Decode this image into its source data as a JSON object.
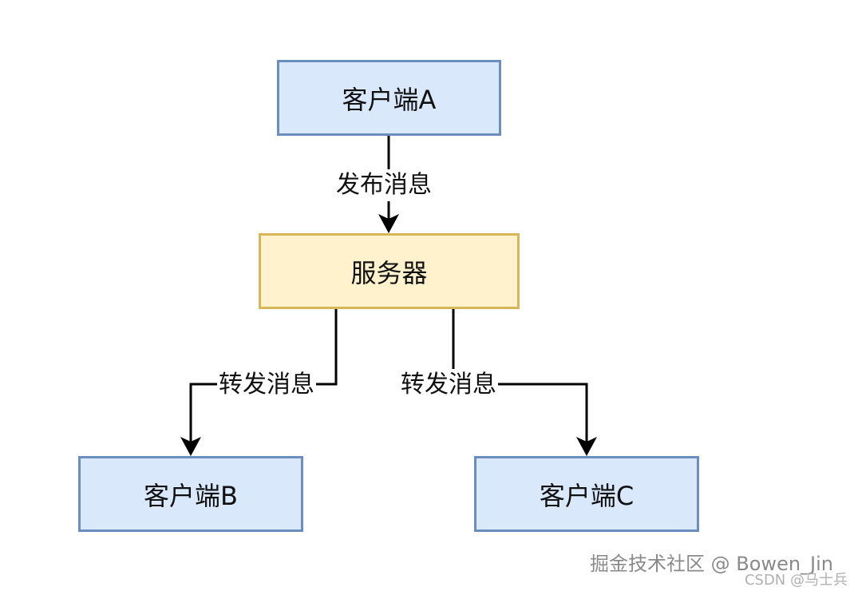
{
  "nodes": {
    "client_a": "客户端A",
    "server": "服务器",
    "client_b": "客户端B",
    "client_c": "客户端C"
  },
  "edges": {
    "a_to_server": "发布消息",
    "server_to_b": "转发消息",
    "server_to_c": "转发消息"
  },
  "watermark": {
    "line1": "掘金技术社区 @ Bowen_Jin",
    "line2": "CSDN @马士兵"
  },
  "colors": {
    "client_fill": "#dae8fc",
    "client_border": "#6c8ebf",
    "server_fill": "#fff2cc",
    "server_border": "#d6b656",
    "edge": "#000000"
  }
}
